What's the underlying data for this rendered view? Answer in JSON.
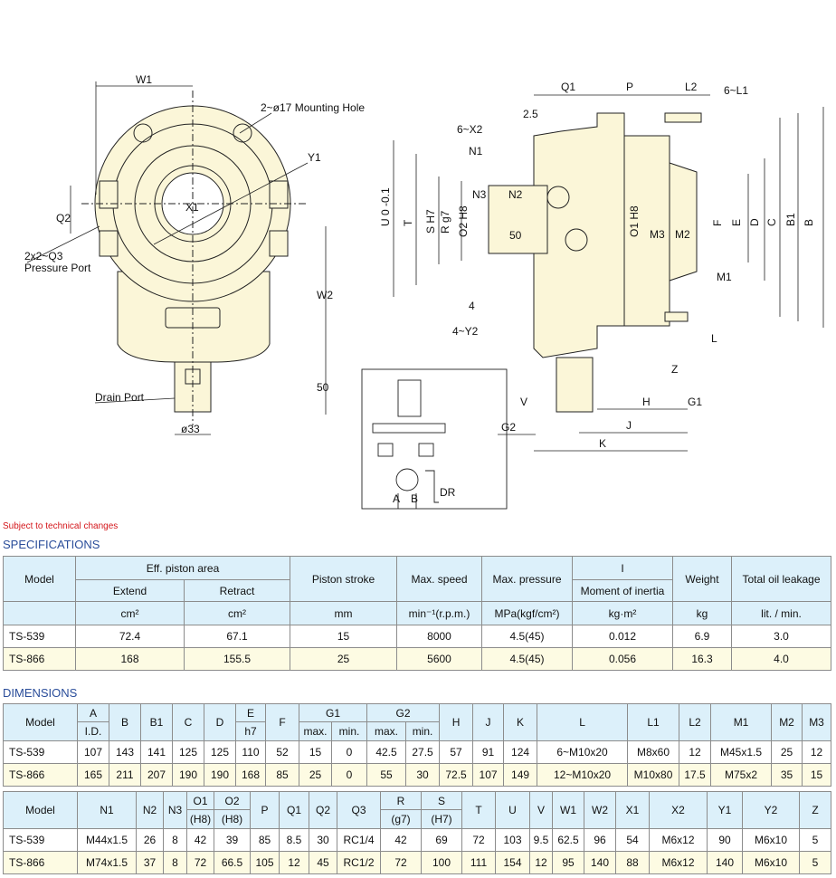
{
  "drawing": {
    "front": {
      "w1": "W1",
      "mount": "2~ø17 Mounting Hole",
      "y1": "Y1",
      "x1": "X1",
      "q2": "Q2",
      "q3": "2x2~Q3",
      "pressure": "Pressure Port",
      "w2": "W2",
      "d50": "50",
      "drain": "Drain Port",
      "d33": "ø33"
    },
    "side": {
      "q1": "Q1",
      "p": "P",
      "l2": "L2",
      "l1": "6~L1",
      "d25": "2.5",
      "x2": "6~X2",
      "n1": "N1",
      "n3": "N3",
      "n2": "N2",
      "u": "U",
      "u_tol": "0 -0.1",
      "t": "T",
      "s": "S H7",
      "r": "R g7",
      "o2": "O2 H8",
      "d50": "50",
      "o1": "O1 H8",
      "m3": "M3",
      "m2": "M2",
      "f": "F",
      "e": "E",
      "d": "D",
      "c": "C",
      "b1": "B1",
      "b": "B",
      "m1": "M1",
      "d4": "4",
      "y2": "4~Y2",
      "l": "L",
      "z": "Z",
      "v": "V",
      "h": "H",
      "g1": "G1",
      "g2": "G2",
      "j": "J",
      "k": "K"
    },
    "schematic": {
      "a": "A",
      "b": "B",
      "dr": "DR"
    }
  },
  "note": "Subject to technical changes",
  "specs": {
    "title": "SPECIFICATIONS",
    "h": {
      "model": "Model",
      "area": "Eff. piston area",
      "extend": "Extend",
      "retract": "Retract",
      "stroke": "Piston stroke",
      "speed": "Max. speed",
      "pressure": "Max. pressure",
      "i": "I",
      "inertia": "Moment of inertia",
      "weight": "Weight",
      "leak": "Total oil leakage"
    },
    "units": [
      "cm²",
      "cm²",
      "mm",
      "min⁻¹(r.p.m.)",
      "MPa(kgf/cm²)",
      "kg·m²",
      "kg",
      "lit. / min."
    ],
    "rows": [
      [
        "TS-539",
        "72.4",
        "67.1",
        "15",
        "8000",
        "4.5(45)",
        "0.012",
        "6.9",
        "3.0"
      ],
      [
        "TS-866",
        "168",
        "155.5",
        "25",
        "5600",
        "4.5(45)",
        "0.056",
        "16.3",
        "4.0"
      ]
    ]
  },
  "dims": {
    "title": "DIMENSIONS",
    "t1": {
      "h": {
        "model": "Model",
        "a": "A",
        "aid": "I.D.",
        "b": "B",
        "b1": "B1",
        "c": "C",
        "d": "D",
        "e": "E",
        "eh7": "h7",
        "f": "F",
        "g1": "G1",
        "g2": "G2",
        "max": "max.",
        "min": "min.",
        "hh": "H",
        "j": "J",
        "k": "K",
        "l": "L",
        "l1": "L1",
        "l2": "L2",
        "m1": "M1",
        "m2": "M2",
        "m3": "M3"
      },
      "rows": [
        [
          "TS-539",
          "107",
          "143",
          "141",
          "125",
          "125",
          "110",
          "52",
          "15",
          "0",
          "42.5",
          "27.5",
          "57",
          "91",
          "124",
          "6~M10x20",
          "M8x60",
          "12",
          "M45x1.5",
          "25",
          "12"
        ],
        [
          "TS-866",
          "165",
          "211",
          "207",
          "190",
          "190",
          "168",
          "85",
          "25",
          "0",
          "55",
          "30",
          "72.5",
          "107",
          "149",
          "12~M10x20",
          "M10x80",
          "17.5",
          "M75x2",
          "35",
          "15"
        ]
      ]
    },
    "t2": {
      "h": {
        "model": "Model",
        "n1": "N1",
        "n2": "N2",
        "n3": "N3",
        "o1": "O1",
        "o2": "O2",
        "h8": "(H8)",
        "p": "P",
        "q1": "Q1",
        "q2": "Q2",
        "q3": "Q3",
        "r": "R",
        "g7": "(g7)",
        "s": "S",
        "h7": "(H7)",
        "t": "T",
        "u": "U",
        "v": "V",
        "w1": "W1",
        "w2": "W2",
        "x1": "X1",
        "x2": "X2",
        "y1": "Y1",
        "y2": "Y2",
        "z": "Z"
      },
      "rows": [
        [
          "TS-539",
          "M44x1.5",
          "26",
          "8",
          "42",
          "39",
          "85",
          "8.5",
          "30",
          "RC1/4",
          "42",
          "69",
          "72",
          "103",
          "9.5",
          "62.5",
          "96",
          "54",
          "M6x12",
          "90",
          "M6x10",
          "5"
        ],
        [
          "TS-866",
          "M74x1.5",
          "37",
          "8",
          "72",
          "66.5",
          "105",
          "12",
          "45",
          "RC1/2",
          "72",
          "100",
          "111",
          "154",
          "12",
          "95",
          "140",
          "88",
          "M6x12",
          "140",
          "M6x10",
          "5"
        ]
      ]
    }
  }
}
